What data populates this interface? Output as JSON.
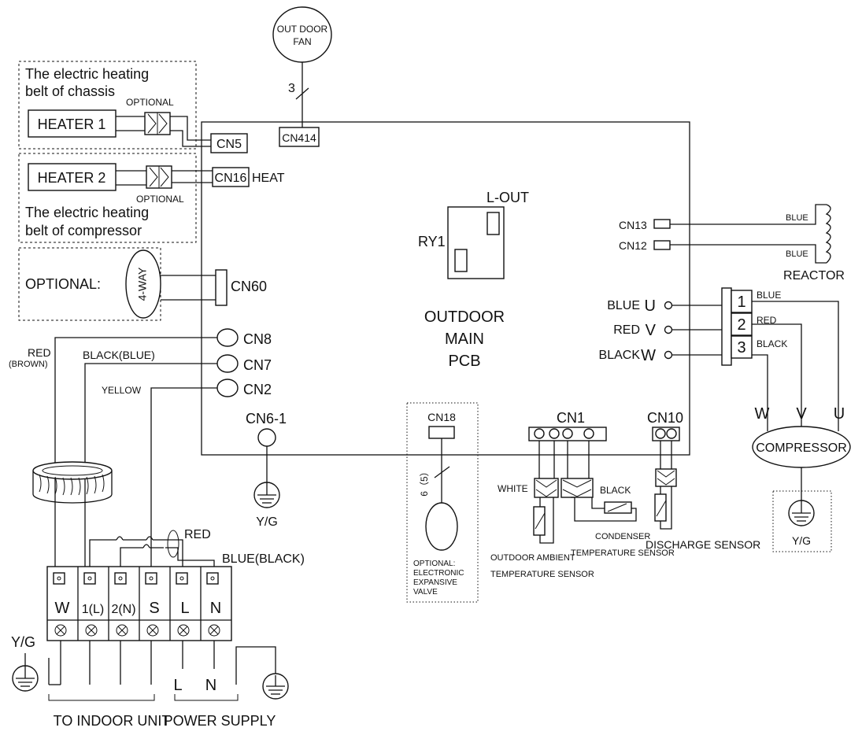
{
  "fan": {
    "line1": "OUT DOOR",
    "line2": "FAN",
    "wire_count": "3",
    "connector": "CN414"
  },
  "heater1": {
    "desc_line1": "The electric heating",
    "desc_line2": "belt of chassis",
    "optional": "OPTIONAL",
    "label": "HEATER 1",
    "connector": "CN5"
  },
  "heater2": {
    "label": "HEATER 2",
    "optional": "OPTIONAL",
    "desc_line1": "The electric heating",
    "desc_line2": "belt of compressor",
    "connector": "CN16",
    "connector_tag": "HEAT"
  },
  "fourway": {
    "optional": "OPTIONAL:",
    "label": "4-WAY",
    "connector": "CN60"
  },
  "pcb": {
    "line1": "OUTDOOR",
    "line2": "MAIN",
    "line3": "PCB"
  },
  "relay": {
    "label": "RY1",
    "out": "L-OUT"
  },
  "reactor": {
    "cn13": "CN13",
    "cn12": "CN12",
    "wire1": "BLUE",
    "wire2": "BLUE",
    "label": "REACTOR"
  },
  "uvw": {
    "left": [
      {
        "color": "BLUE",
        "phase": "U"
      },
      {
        "color": "RED",
        "phase": "V"
      },
      {
        "color": "BLACK",
        "phase": "W"
      }
    ],
    "terminals": [
      "1",
      "2",
      "3"
    ],
    "right_colors": [
      "BLUE",
      "RED",
      "BLACK"
    ]
  },
  "compressor": {
    "label": "COMPRESSOR",
    "w": "W",
    "v": "V",
    "u": "U",
    "ground": "Y/G"
  },
  "signals": {
    "cn8": "CN8",
    "cn7": "CN7",
    "cn2": "CN2",
    "red": "RED",
    "brown": "(BROWN)",
    "black_blue": "BLACK(BLUE)",
    "yellow": "YELLOW"
  },
  "cn6": {
    "label": "CN6-1",
    "ground": "Y/G"
  },
  "eev": {
    "connector": "CN18",
    "wires": "6（5）",
    "note1": "OPTIONAL:",
    "note2": "ELECTRONIC",
    "note3": "EXPANSIVE",
    "note4": "VALVE"
  },
  "cn1": {
    "label": "CN1",
    "white": "WHITE",
    "black": "BLACK",
    "outdoor1": "OUTDOOR AMBIENT",
    "outdoor2": "TEMPERATURE SENSOR",
    "cond1": "CONDENSER",
    "cond2": "TEMPERATURE SENSOR"
  },
  "cn10": {
    "label": "CN10",
    "sensor": "DISCHARGE SENSOR"
  },
  "terminal_block": {
    "labels": [
      "W",
      "1(L)",
      "2(N)",
      "S",
      "L",
      "N"
    ],
    "red": "RED",
    "blue_black": "BLUE(BLACK)",
    "yg": "Y/G",
    "l": "L",
    "n": "N",
    "to_indoor": "TO INDOOR UNIT",
    "power": "POWER SUPPLY"
  }
}
